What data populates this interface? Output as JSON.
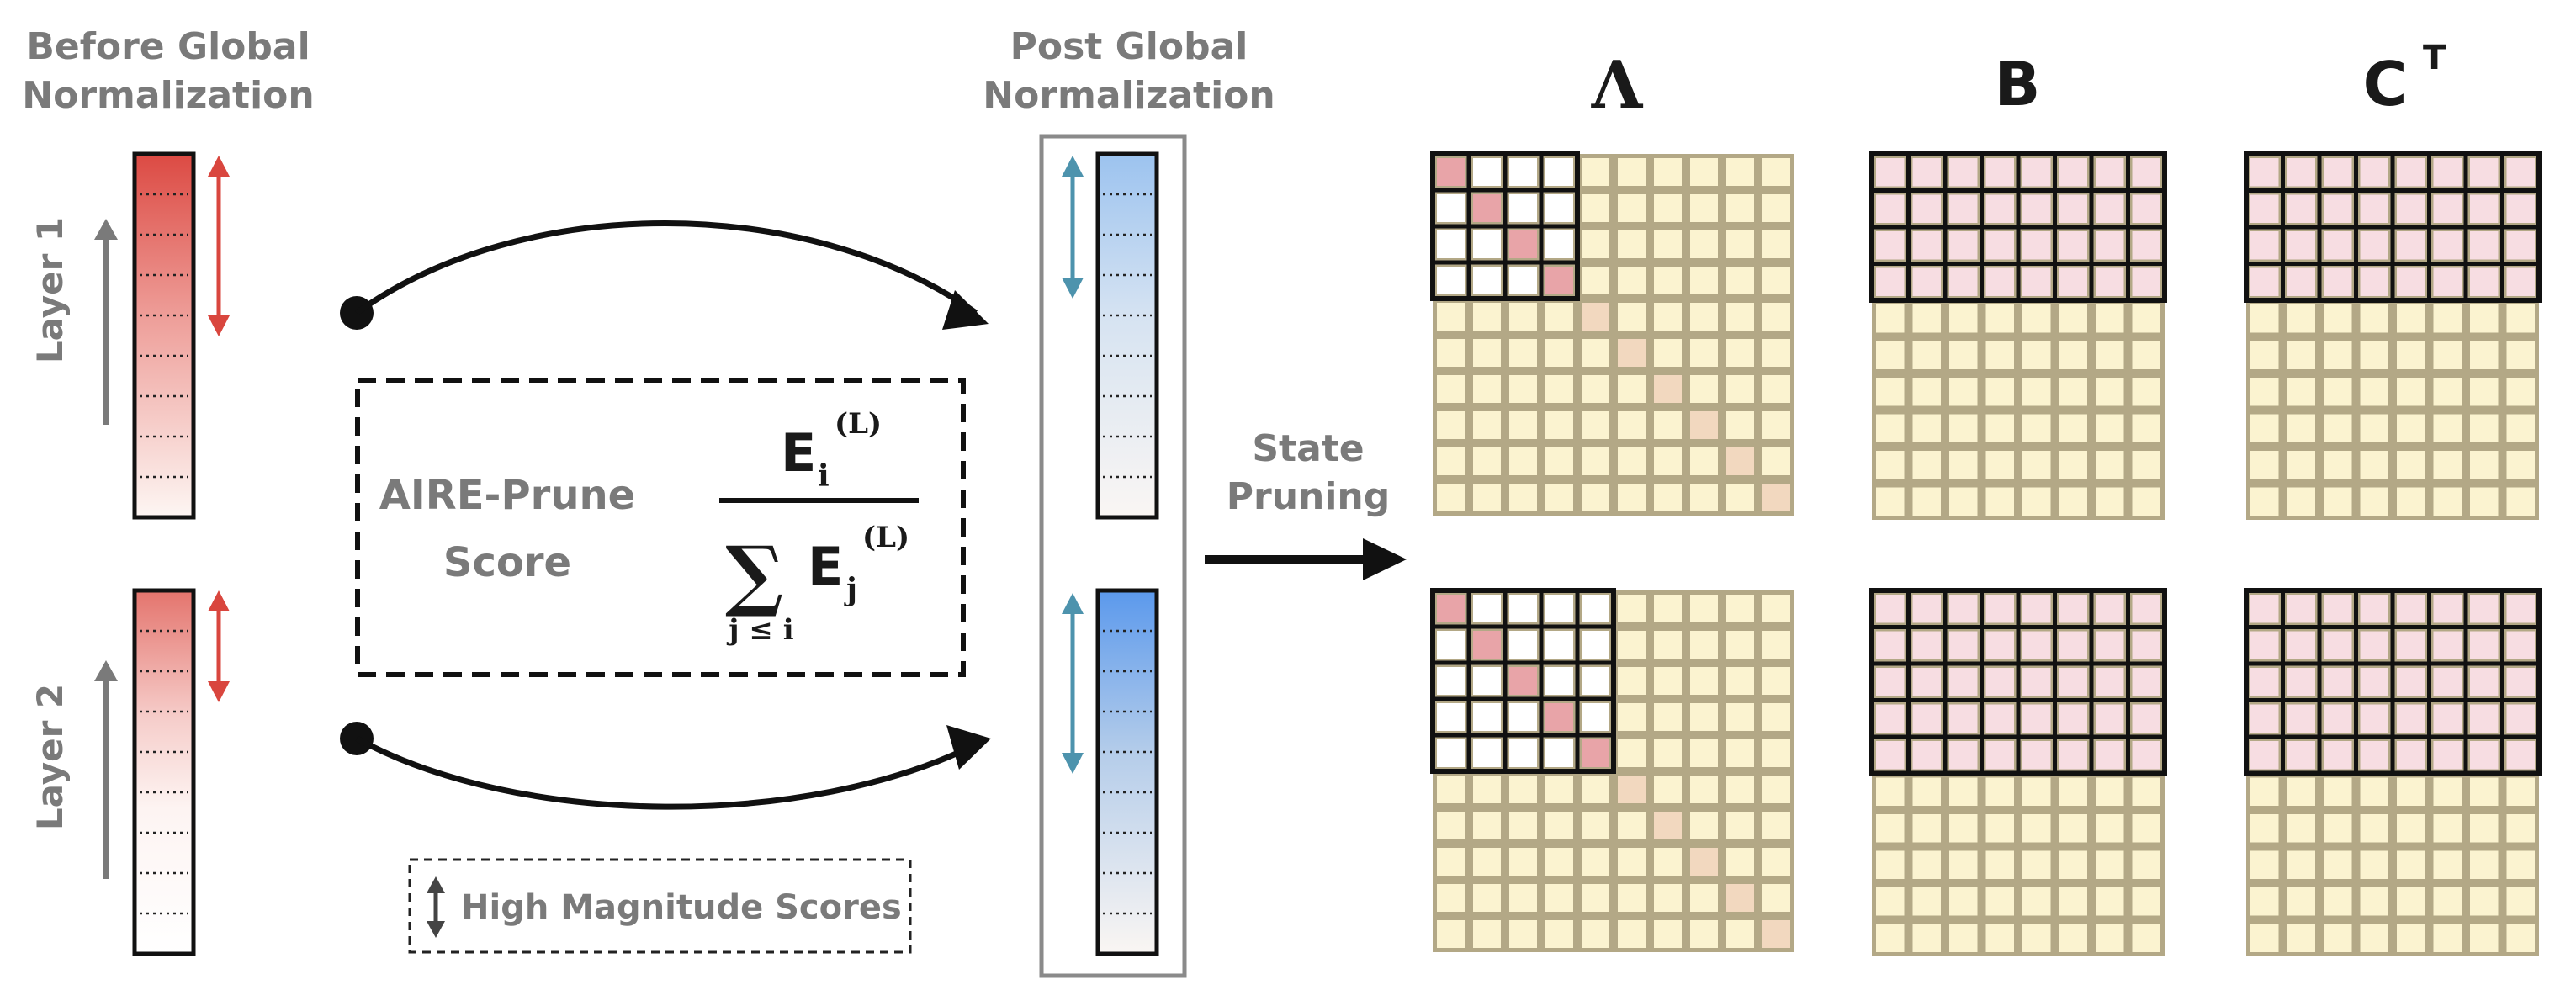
{
  "labels": {
    "before_line1": "Before Global",
    "before_line2": "Normalization",
    "post_line1": "Post Global",
    "post_line2": "Normalization",
    "layer1": "Layer 1",
    "layer2": "Layer 2",
    "score_line1": "AIRE-Prune",
    "score_line2": "Score",
    "state_line1": "State",
    "state_line2": "Pruning",
    "legend": "High Magnitude Scores"
  },
  "formula": {
    "numerator_base": "E",
    "numerator_sub": "i",
    "numerator_sup": "(L)",
    "sum_symbol": "∑",
    "sum_index": "j ≤ i",
    "denominator_base": "E",
    "denominator_sub": "j",
    "denominator_sup": "(L)"
  },
  "matrix_titles": {
    "lambda": "Λ",
    "b": "B",
    "c_base": "C",
    "c_sup": "T"
  },
  "colors": {
    "red_accent": "#d9463e",
    "blue_accent": "#4d93ad",
    "kept_cell_pink": "#f7dde2",
    "diag_kept": "#e8a4a8",
    "pruned_cell": "#fbf3d0",
    "pruned_border": "#b3a886",
    "diag_pruned": "#f2d8bf",
    "label_gray": "#7a7a7a",
    "frame_gray": "#8a8a8a"
  },
  "matrices": {
    "layer1_kept_states": 4,
    "layer2_kept_states": 5,
    "total_states": 10,
    "bc_columns": 8
  }
}
